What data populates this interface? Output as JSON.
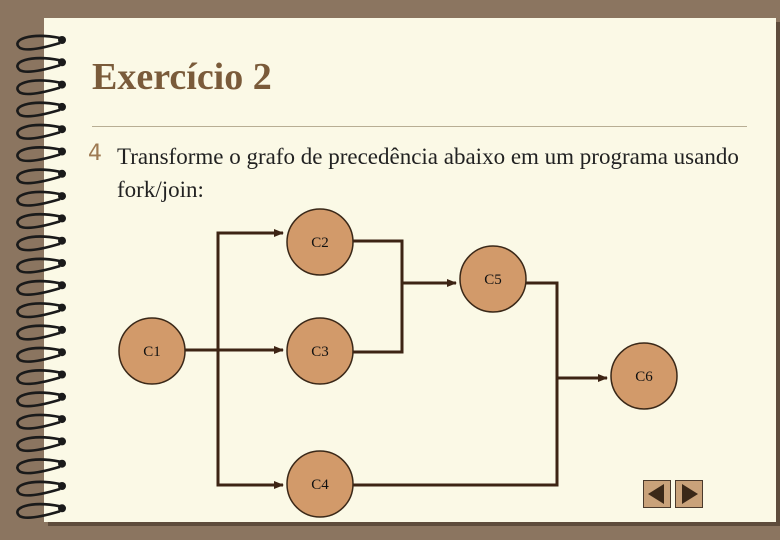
{
  "slide": {
    "title": "Exercício 2",
    "bullet_icon": "4",
    "bullet_text": "Transforme o grafo de precedência  abaixo em um programa usando fork/join:"
  },
  "diagram": {
    "nodes": [
      {
        "id": "C1",
        "label": "C1"
      },
      {
        "id": "C2",
        "label": "C2"
      },
      {
        "id": "C3",
        "label": "C3"
      },
      {
        "id": "C4",
        "label": "C4"
      },
      {
        "id": "C5",
        "label": "C5"
      },
      {
        "id": "C6",
        "label": "C6"
      }
    ],
    "edges": [
      {
        "from": "C1",
        "to": "C2"
      },
      {
        "from": "C1",
        "to": "C3"
      },
      {
        "from": "C1",
        "to": "C4"
      },
      {
        "from": "C2",
        "to": "C5"
      },
      {
        "from": "C3",
        "to": "C5"
      },
      {
        "from": "C5",
        "to": "C6"
      },
      {
        "from": "C4",
        "to": "C6"
      }
    ],
    "colors": {
      "node_fill": "#d29a6a",
      "edge": "#3d2414",
      "node_stroke": "#3a2818"
    }
  },
  "navigation": {
    "prev_icon": "triangle-left-icon",
    "next_icon": "triangle-right-icon"
  }
}
